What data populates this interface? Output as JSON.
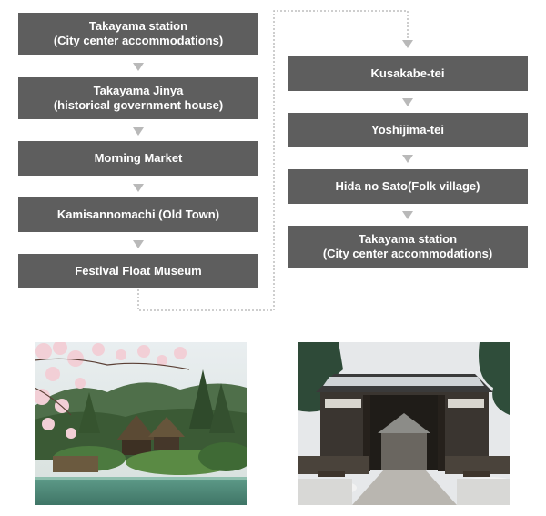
{
  "left_column": [
    {
      "line1": "Takayama station",
      "line2": "(City center accommodations)"
    },
    {
      "line1": "Takayama Jinya",
      "line2": "(historical government house)"
    },
    {
      "line1": "Morning Market",
      "line2": ""
    },
    {
      "line1": "Kamisannomachi (Old Town)",
      "line2": ""
    },
    {
      "line1": "Festival Float Museum",
      "line2": ""
    }
  ],
  "right_column": [
    {
      "line1": "Kusakabe-tei",
      "line2": ""
    },
    {
      "line1": "Yoshijima-tei",
      "line2": ""
    },
    {
      "line1": "Hida no Sato(Folk village)",
      "line2": ""
    },
    {
      "line1": "Takayama station",
      "line2": "(City center accommodations)"
    }
  ],
  "colors": {
    "box": "#5e5e5e",
    "arrow": "#b9b9b9",
    "connector": "#bdbdbd"
  }
}
